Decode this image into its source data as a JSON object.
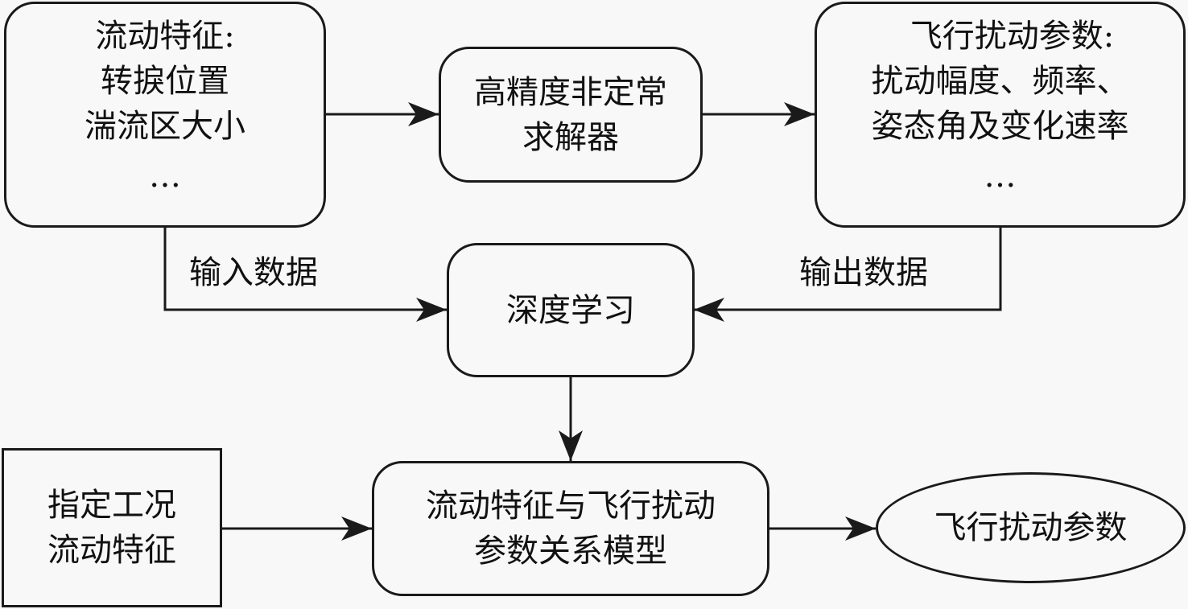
{
  "diagram": {
    "nodes": {
      "flow_features": {
        "lines": [
          "流动特征:",
          "转捩位置",
          "湍流区大小",
          "…"
        ]
      },
      "solver": {
        "lines": [
          "高精度非定常",
          "求解器"
        ]
      },
      "flight_params": {
        "lines": [
          "飞行扰动参数:",
          "扰动幅度、频率、",
          "姿态角及变化速率",
          "…"
        ]
      },
      "deep_learning": {
        "lines": [
          "深度学习"
        ]
      },
      "specified_conditions": {
        "lines": [
          "指定工况",
          "流动特征"
        ]
      },
      "relation_model": {
        "lines": [
          "流动特征与飞行扰动",
          "参数关系模型"
        ]
      },
      "output_params": {
        "lines": [
          "飞行扰动参数"
        ]
      }
    },
    "edge_labels": {
      "input_data": "输入数据",
      "output_data": "输出数据"
    },
    "edges": [
      {
        "from": "flow_features",
        "to": "solver"
      },
      {
        "from": "solver",
        "to": "flight_params"
      },
      {
        "from": "flow_features",
        "to": "deep_learning",
        "label": "输入数据"
      },
      {
        "from": "flight_params",
        "to": "deep_learning",
        "label": "输出数据"
      },
      {
        "from": "deep_learning",
        "to": "relation_model"
      },
      {
        "from": "specified_conditions",
        "to": "relation_model"
      },
      {
        "from": "relation_model",
        "to": "output_params"
      }
    ]
  }
}
